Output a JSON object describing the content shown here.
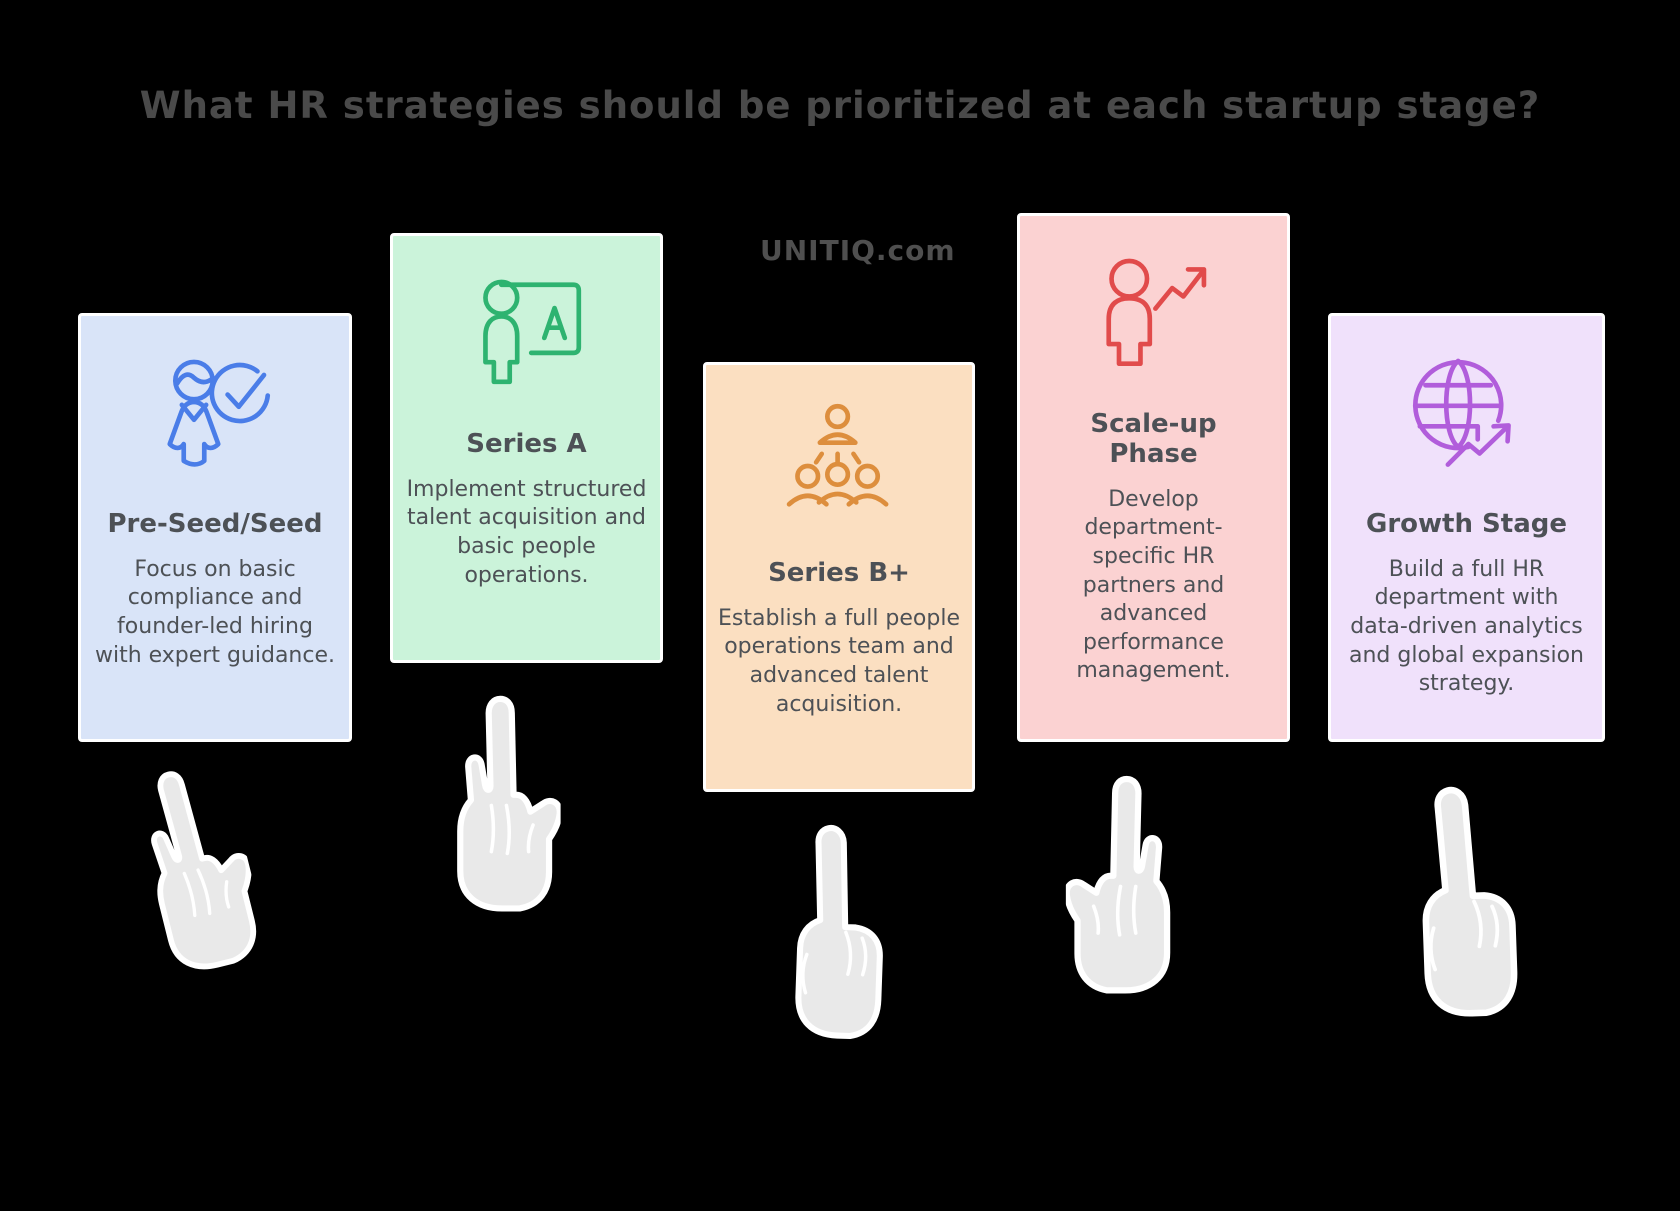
{
  "page": {
    "background_color": "#000000",
    "text_color": "#4d5156"
  },
  "title": {
    "text": "What HR strategies should be prioritized at each startup stage?",
    "color": "#4a4a4a"
  },
  "watermark": {
    "text": "UNITIQ.com",
    "color": "#4f4f4f"
  },
  "cards": [
    {
      "title": "Pre-Seed/Seed",
      "body": "Focus on basic compliance and founder-led hiring with expert guidance.",
      "bg_color": "#d9e4f8",
      "accent_color": "#4a7de8",
      "icon": "person-checkmark-icon"
    },
    {
      "title": "Series A",
      "body": "Implement structured talent acquisition and basic people operations.",
      "bg_color": "#cbf3da",
      "accent_color": "#2eb370",
      "icon": "person-presentation-board-icon"
    },
    {
      "title": "Series B+",
      "body": "Establish a full people operations team and advanced talent acquisition.",
      "bg_color": "#fbdfc1",
      "accent_color": "#dd8e3d",
      "icon": "org-chart-team-icon"
    },
    {
      "title": "Scale-up Phase",
      "body": "Develop department-specific HR partners and advanced performance management.",
      "bg_color": "#fbd2d2",
      "accent_color": "#e14b4b",
      "icon": "person-growth-arrow-icon"
    },
    {
      "title": "Growth Stage",
      "body": "Build a full HR department with data-driven analytics and global expansion strategy.",
      "bg_color": "#f0e1fb",
      "accent_color": "#b15ddb",
      "icon": "globe-growth-arrow-icon"
    }
  ],
  "hands": {
    "fill_color": "#e9e9e9",
    "outline_color": "#ffffff",
    "count": 5
  }
}
